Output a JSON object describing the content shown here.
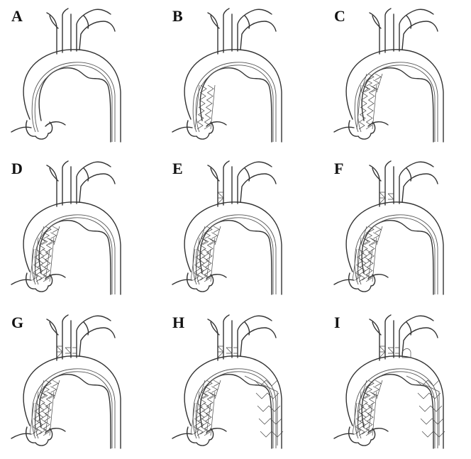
{
  "panels": [
    {
      "label": "A",
      "stage": 0
    },
    {
      "label": "B",
      "stage": 1
    },
    {
      "label": "C",
      "stage": 2
    },
    {
      "label": "D",
      "stage": 3
    },
    {
      "label": "E",
      "stage": 4
    },
    {
      "label": "F",
      "stage": 5
    },
    {
      "label": "G",
      "stage": 6
    },
    {
      "label": "H",
      "stage": 7
    },
    {
      "label": "I",
      "stage": 8
    }
  ]
}
